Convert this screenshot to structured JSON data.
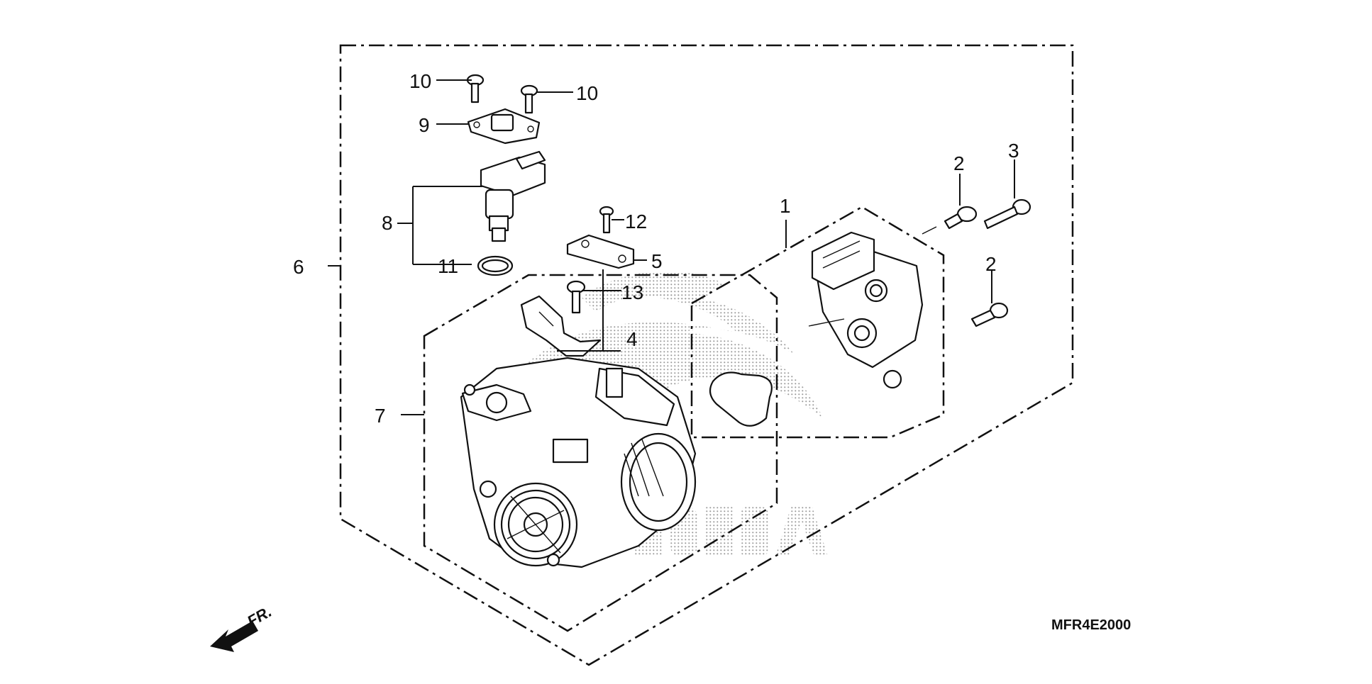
{
  "callouts": {
    "n1": "1",
    "n2a": "2",
    "n2b": "2",
    "n3": "3",
    "n4": "4",
    "n5": "5",
    "n6": "6",
    "n7": "7",
    "n8": "8",
    "n9": "9",
    "n10a": "10",
    "n10b": "10",
    "n11": "11",
    "n12": "12",
    "n13": "13"
  },
  "diagram_code": "MFR4E2000",
  "direction_label": "FR.",
  "watermark_logo": "HONDA",
  "colors": {
    "line": "#111111",
    "watermark": "#9a9a9a",
    "background": "#ffffff"
  }
}
